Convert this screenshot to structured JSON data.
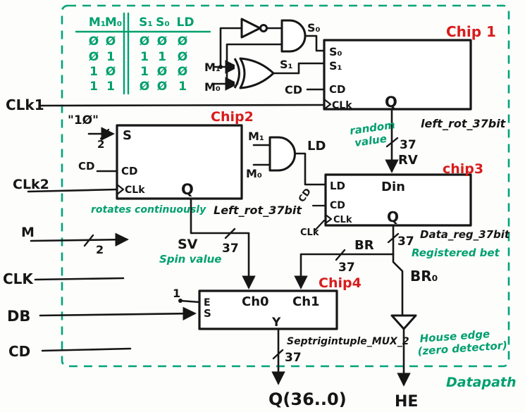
{
  "colors": {
    "green": "#00a06e",
    "red": "#d91c1c",
    "ink": "#161616"
  },
  "datapath_label": "Datapath",
  "truth_table": {
    "headers": [
      "M₁",
      "M₀",
      "S₁",
      "S₀",
      "LD"
    ],
    "rows": [
      [
        "Ø",
        "Ø",
        "Ø",
        "Ø",
        "Ø"
      ],
      [
        "Ø",
        "1",
        "1",
        "1",
        "Ø"
      ],
      [
        "1",
        "Ø",
        "1",
        "Ø",
        "Ø"
      ],
      [
        "1",
        "1",
        "Ø",
        "Ø",
        "1"
      ]
    ]
  },
  "left_inputs": {
    "clk1": "CLk1",
    "clk2": "CLk2",
    "m": "M",
    "clk": "CLK",
    "db": "DB",
    "cd": "CD"
  },
  "signals": {
    "m1": "M₁",
    "m0": "M₀",
    "s0": "S₀",
    "s1": "S₁",
    "ld": "LD",
    "cd": "CD",
    "clk": "CLk",
    "rv": "RV",
    "sv": "SV",
    "br": "BR",
    "br0": "BR₀",
    "bus37": "37",
    "bus2": "2",
    "const_one": "1",
    "const_ten": "\"1Ø\"",
    "q_out": "Q(36..0)",
    "he_out": "HE"
  },
  "chips": {
    "c1": {
      "title": "Chip 1",
      "type": "left_rot_37bit",
      "pin_s0": "S₀",
      "pin_s1": "S₁",
      "pin_cd": "CD",
      "pin_clk": "CLk",
      "pin_q": "Q"
    },
    "c2": {
      "title": "Chip2",
      "type": "Left_rot_37bit",
      "note": "rotates continuously",
      "pin_s": "S",
      "pin_cd": "CD",
      "pin_clk": "CLk",
      "pin_q": "Q"
    },
    "c3": {
      "title": "chip3",
      "type": "Data_reg_37bit",
      "note": "Registered bet",
      "pin_ld": "LD",
      "pin_cd": "CD",
      "pin_clk": "CLk",
      "pin_din": "Din",
      "pin_q": "Q"
    },
    "c4": {
      "title": "Chip4",
      "type": "Septrigintuple_MUX_2",
      "pin_e": "E",
      "pin_s": "S",
      "pin_ch0": "Ch0",
      "pin_ch1": "Ch1",
      "pin_y": "Y"
    }
  },
  "annotations": {
    "random_1": "random",
    "random_2": "value",
    "spin_value": "Spin value",
    "house_1": "House edge",
    "house_2": "(zero detector)"
  }
}
